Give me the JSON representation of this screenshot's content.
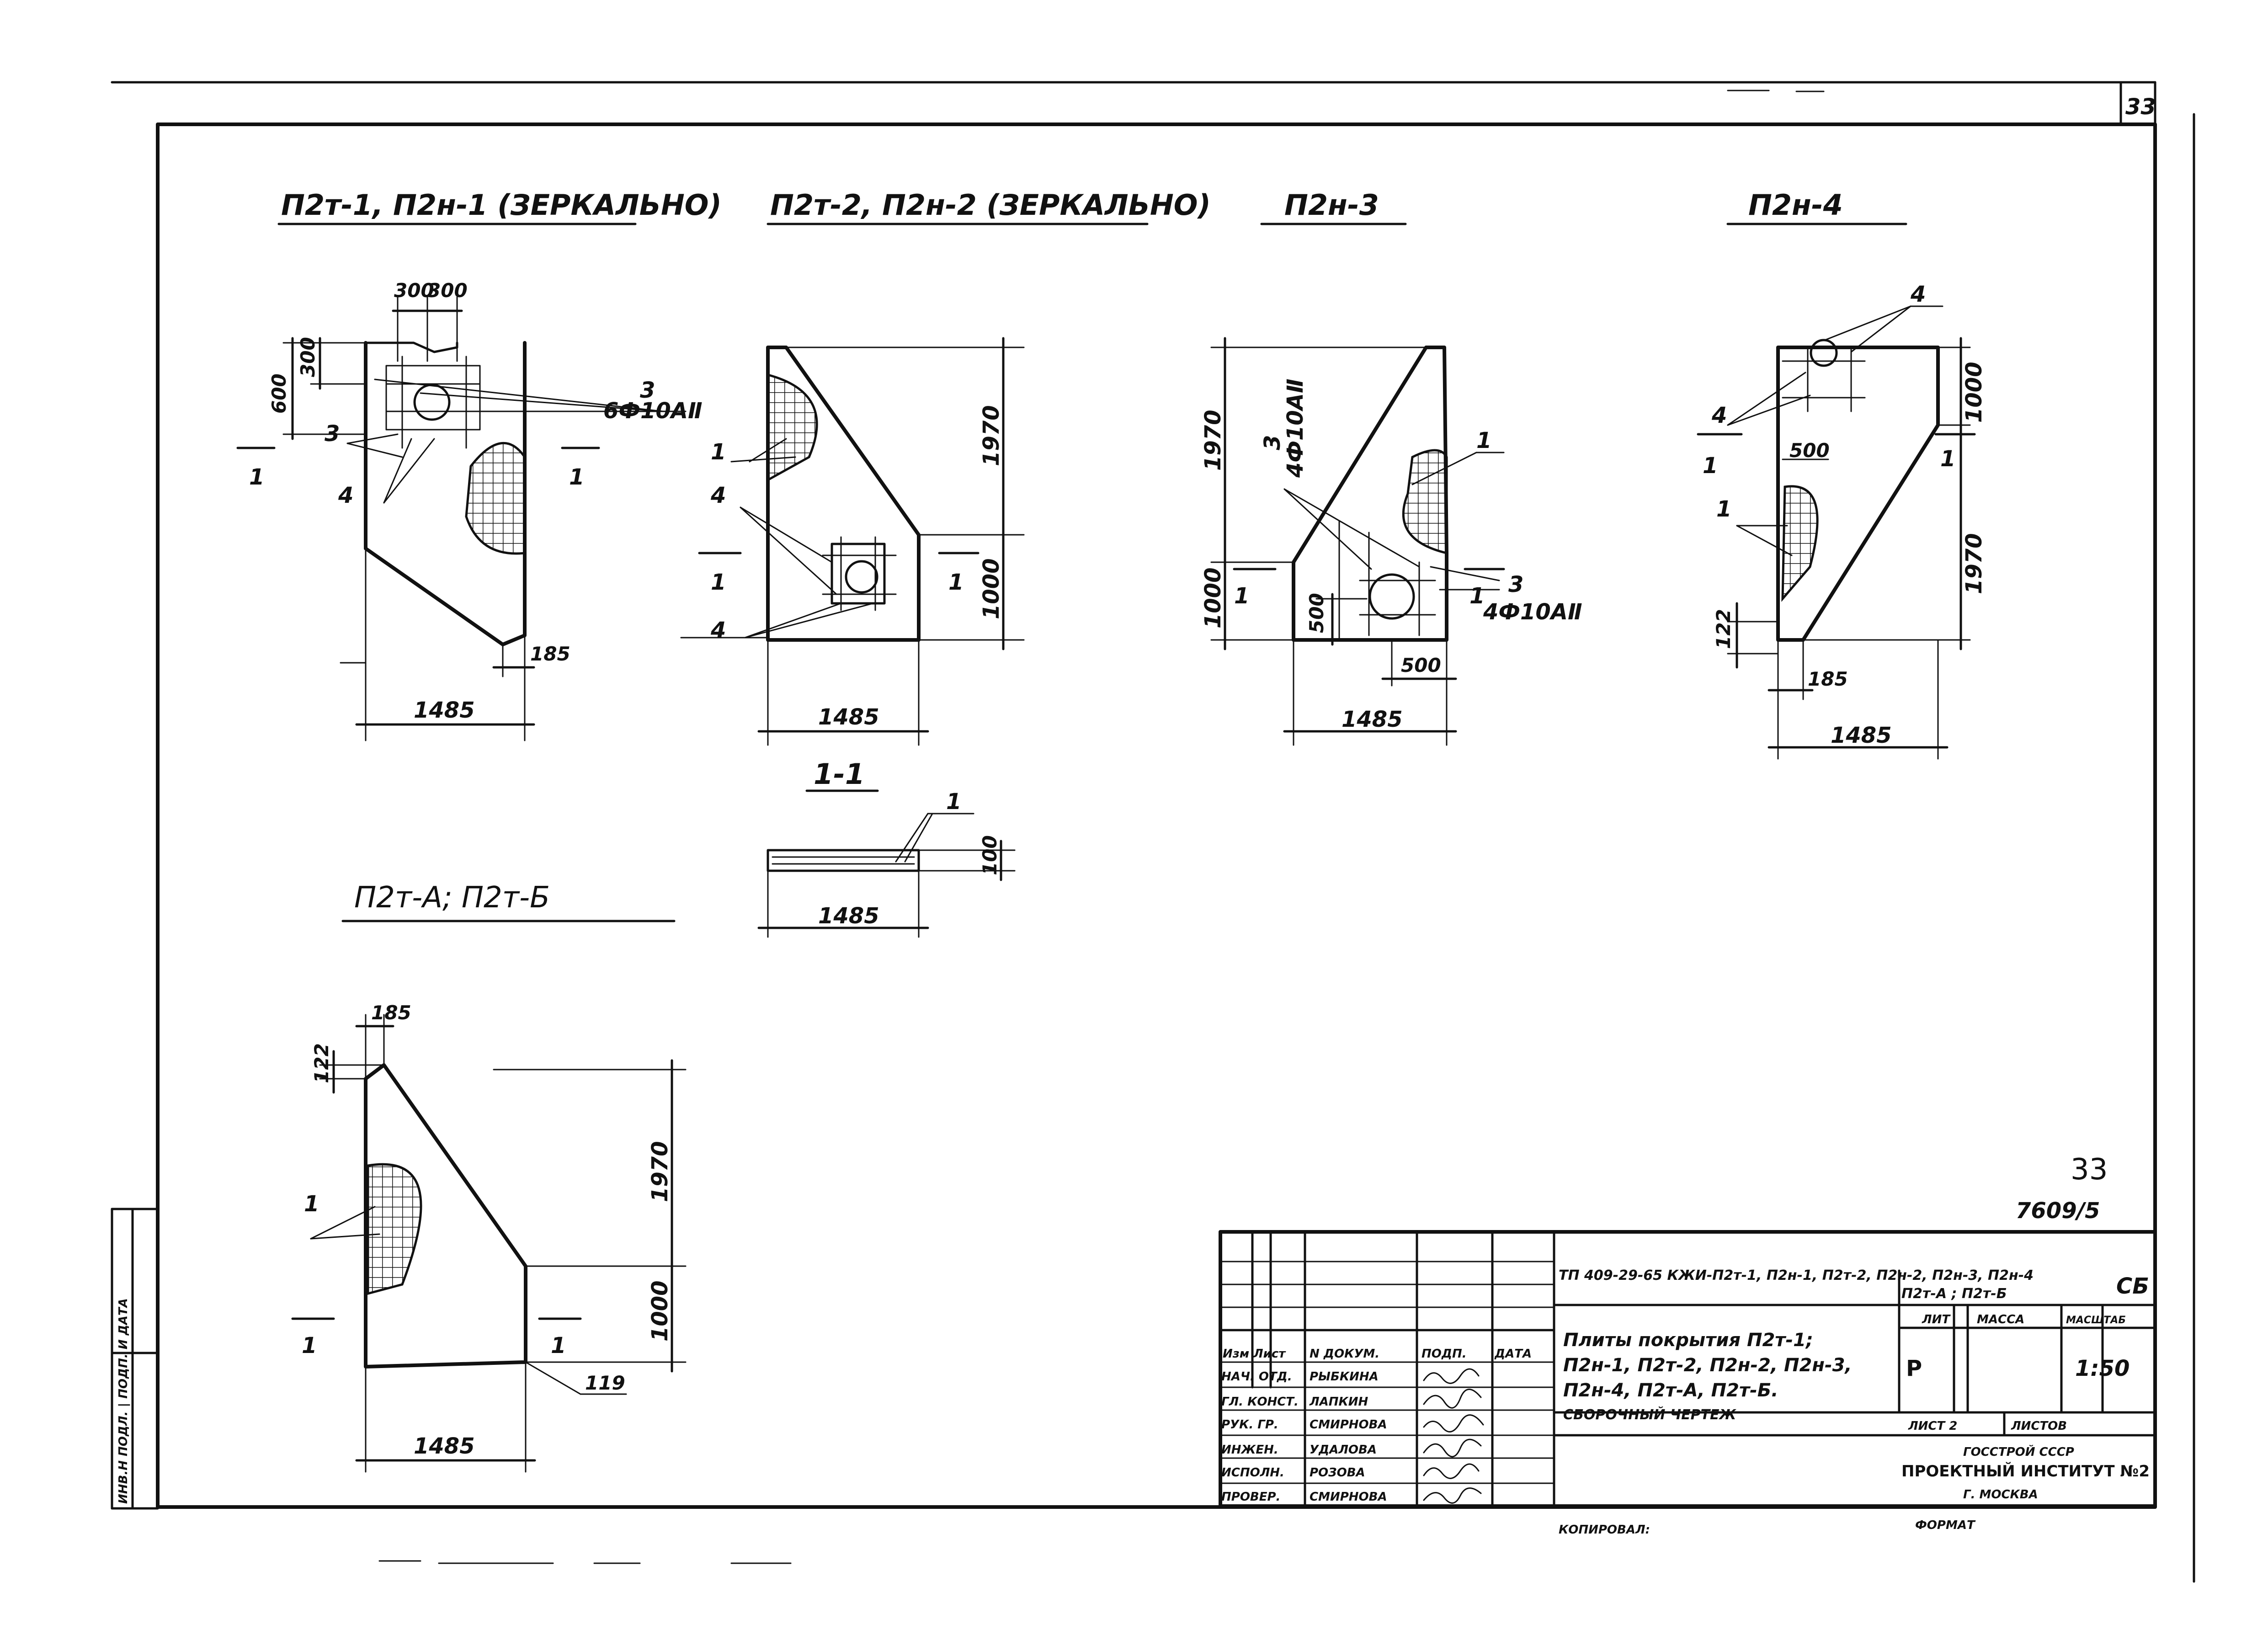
{
  "sheet": {
    "page_number": "33",
    "page_number_bottom": "33",
    "doc_number": "7609/5",
    "side_stamp": "ИНВ.Н ПОДЛ. | ПОДП. И ДАТА"
  },
  "views": {
    "v1_title": "П2т-1, П2н-1 (ЗЕРКАЛЬНО)",
    "v2_title": "П2т-2, П2н-2 (ЗЕРКАЛЬНО)",
    "v3_title": "П2н-3",
    "v4_title": "П2н-4",
    "v5_title": "П2т-А; П2т-Б",
    "section_title": "1-1"
  },
  "dimensions": {
    "width_1485": "1485",
    "d185": "185",
    "d1970": "1970",
    "d1000": "1000",
    "d500": "500",
    "d300": "300",
    "d600": "600",
    "d100": "100",
    "d122": "122",
    "d119": "119"
  },
  "callouts": {
    "c1": "1",
    "c3": "3",
    "c4": "4",
    "sec_mark": "1",
    "rebar_6": "6Ф10АⅡ",
    "rebar_4": "4Ф10АⅡ"
  },
  "title_block": {
    "code": "ТП 409-29-65 КЖИ-П2т-1, П2н-1, П2т-2, П2н-2, П2н-3, П2н-4",
    "code2": "П2т-А ; П2т-Б",
    "code_suffix": "СБ",
    "title_line1": "Плиты покрытия П2т-1;",
    "title_line2": "П2н-1, П2т-2, П2н-2, П2н-3,",
    "title_line3": "П2н-4, П2т-А, П2т-Б.",
    "title_line4": "СБОРОЧНЫЙ ЧЕРТЕЖ",
    "hdr_izm": "Изм",
    "hdr_list": "Лист",
    "hdr_ndok": "N ДОКУМ.",
    "hdr_podp": "ПОДП.",
    "hdr_data": "ДАТА",
    "roles": [
      "НАЧ. ОТД.",
      "ГЛ. КОНСТ.",
      "РУК. ГР.",
      "ИНЖЕН.",
      "ИСПОЛН.",
      "ПРОВЕР."
    ],
    "names": [
      "РЫБКИНА",
      "ЛАПКИН",
      "СМИРНОВА",
      "УДАЛОВА",
      "РОЗОВА",
      "СМИРНОВА"
    ],
    "lit_label": "ЛИТ",
    "mass_label": "МАССА",
    "scale_label": "МАСШТАБ",
    "lit_value": "Р",
    "scale_value": "1:50",
    "sheet_label": "ЛИСТ 2",
    "sheets_label": "ЛИСТОВ",
    "org1": "ГОССТРОЙ СССР",
    "org2": "ПРОЕКТНЫЙ ИНСТИТУТ №2",
    "org3": "Г. МОСКВА",
    "copied": "КОПИРОВАЛ:",
    "format": "ФОРМАТ"
  }
}
